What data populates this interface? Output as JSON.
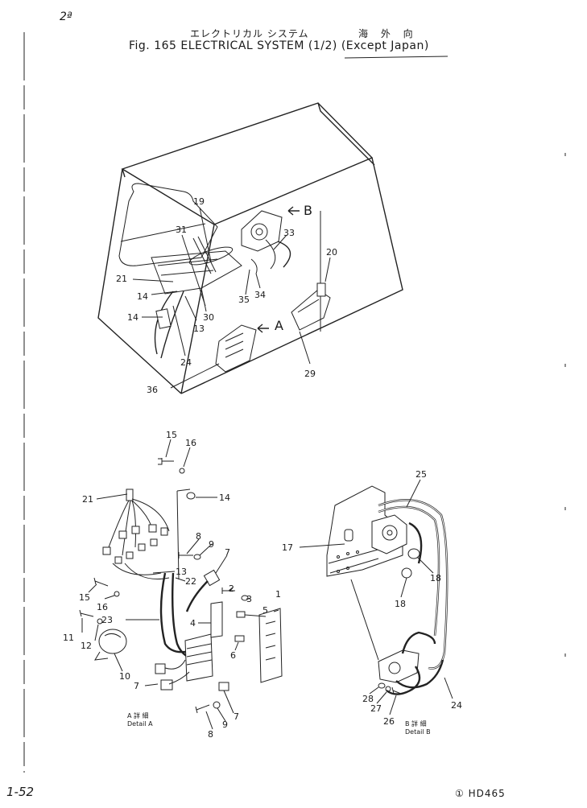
{
  "header": {
    "corner_mark": "2ª",
    "title_jp": "エレクトリカル システム",
    "title_jp_region": "海 外 向",
    "title": "Fig. 165  ELECTRICAL SYSTEM (1/2) (Except Japan)"
  },
  "views": {
    "arrow_a": "A",
    "arrow_b": "B",
    "detail_a": "A 詳 細\nDetail A",
    "detail_b": "B 詳 細\nDetail B"
  },
  "labels_main": [
    "19",
    "31",
    "21",
    "14",
    "14",
    "13",
    "30",
    "24",
    "33",
    "20",
    "35",
    "34",
    "29",
    "36"
  ],
  "labels_detail_a": [
    "15",
    "16",
    "14",
    "21",
    "8",
    "9",
    "7",
    "13",
    "22",
    "15",
    "16",
    "2",
    "3",
    "5",
    "1",
    "11",
    "12",
    "4",
    "23",
    "10",
    "6",
    "7",
    "7",
    "8",
    "9"
  ],
  "labels_detail_b": [
    "25",
    "17",
    "18",
    "18",
    "28",
    "27",
    "26",
    "24"
  ],
  "footer": {
    "page_number": "1-52",
    "model_code": "① HD465"
  }
}
